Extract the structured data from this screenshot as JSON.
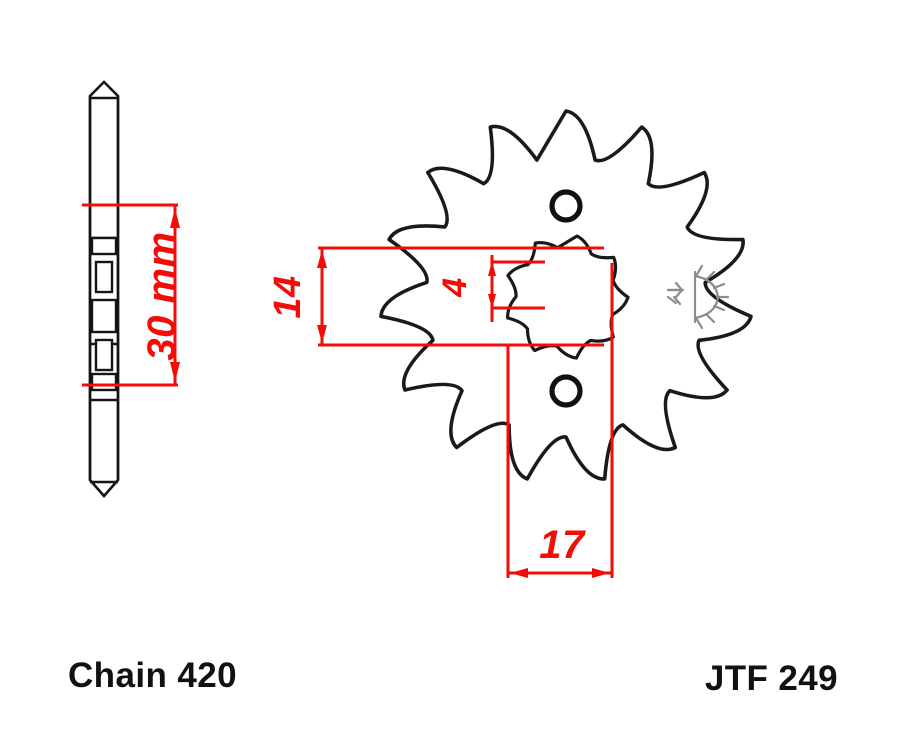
{
  "document": {
    "type": "technical-drawing",
    "subject": "front sprocket",
    "background_color": "#ffffff"
  },
  "captions": {
    "left_label": "Chain 420",
    "right_label": "JTF 249"
  },
  "dimensions": {
    "thickness": {
      "value": "30 mm",
      "orientation": "vertical",
      "view": "side-section",
      "color": "#f40c08"
    },
    "hub_height": {
      "value": "14",
      "orientation": "vertical",
      "view": "face",
      "color": "#f40c08"
    },
    "spline_depth": {
      "value": "4",
      "orientation": "vertical",
      "view": "face",
      "color": "#f40c08"
    },
    "bore_width": {
      "value": "17",
      "orientation": "horizontal",
      "view": "face",
      "color": "#f40c08"
    }
  },
  "sprocket": {
    "teeth_count": 15,
    "spline_teeth_count": 9,
    "bolt_holes": 2,
    "outline_color": "#1a1a1a"
  },
  "symbols": {
    "surface_finish": "machining-symbol",
    "surface_finish_color": "#8c8c8c"
  },
  "views": {
    "side": "section-view-left",
    "face": "front-view-right"
  }
}
